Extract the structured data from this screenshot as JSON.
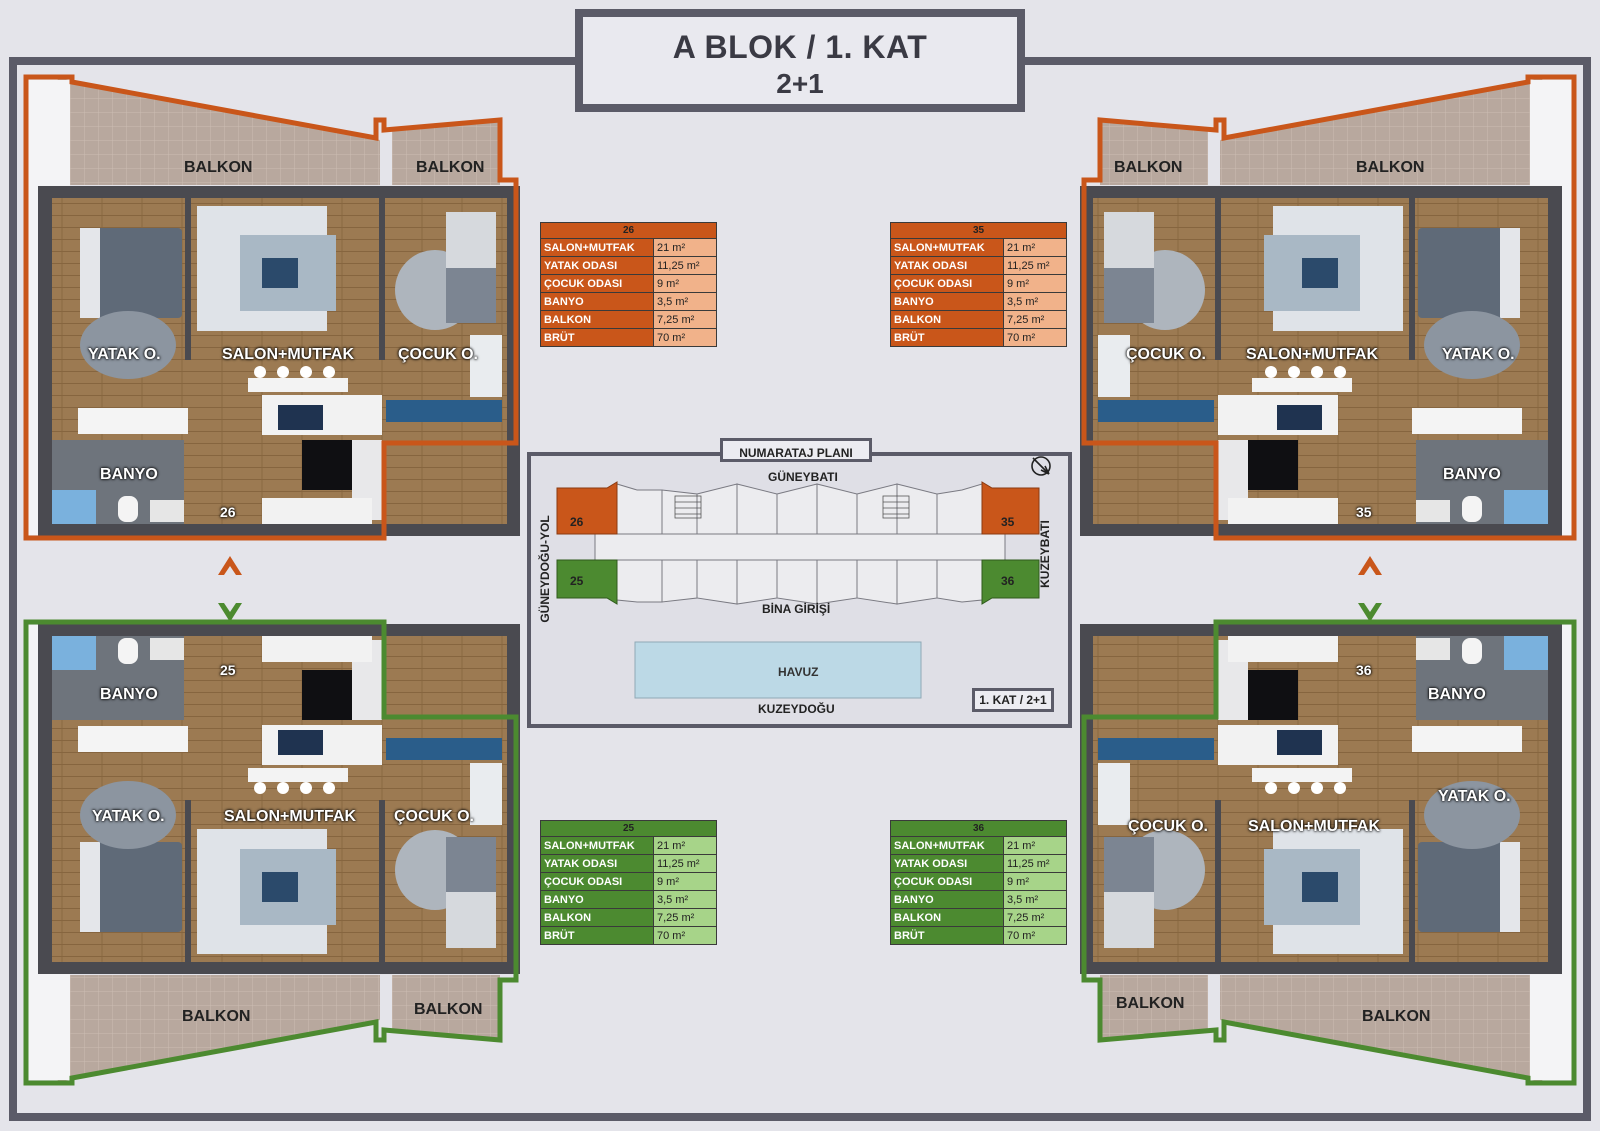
{
  "title": {
    "line1": "A BLOK / 1. KAT",
    "line2": "2+1"
  },
  "key_plan": {
    "title": "NUMARATAJ PLANI",
    "directions": {
      "top": "GÜNEYBATI",
      "bottom": "KUZEYDOĞU",
      "left": "GÜNEYDOĞU-YOL",
      "right": "KUZEYBATI"
    },
    "entrance": "BİNA GİRİŞİ",
    "pool": "HAVUZ",
    "badge": "1. KAT / 2+1",
    "units": {
      "u26": "26",
      "u25": "25",
      "u35": "35",
      "u36": "36"
    }
  },
  "rooms": {
    "balkon": "BALKON",
    "yatak": "YATAK O.",
    "salon": "SALON+MUTFAK",
    "cocuk": "ÇOCUK O.",
    "banyo": "BANYO"
  },
  "units": {
    "u26": {
      "number": "26",
      "color": "#c9561a"
    },
    "u35": {
      "number": "35",
      "color": "#c9561a"
    },
    "u25": {
      "number": "25",
      "color": "#4c8a30"
    },
    "u36": {
      "number": "36",
      "color": "#4c8a30"
    }
  },
  "area_tables": [
    {
      "unit": "26",
      "rows": [
        [
          "SALON+MUTFAK",
          "21 m²"
        ],
        [
          "YATAK ODASI",
          "11,25 m²"
        ],
        [
          "ÇOCUK ODASI",
          "9 m²"
        ],
        [
          "BANYO",
          "3,5 m²"
        ],
        [
          "BALKON",
          "7,25 m²"
        ],
        [
          "BRÜT",
          "70 m²"
        ]
      ]
    },
    {
      "unit": "35",
      "rows": [
        [
          "SALON+MUTFAK",
          "21 m²"
        ],
        [
          "YATAK ODASI",
          "11,25 m²"
        ],
        [
          "ÇOCUK ODASI",
          "9 m²"
        ],
        [
          "BANYO",
          "3,5 m²"
        ],
        [
          "BALKON",
          "7,25 m²"
        ],
        [
          "BRÜT",
          "70 m²"
        ]
      ]
    },
    {
      "unit": "25",
      "rows": [
        [
          "SALON+MUTFAK",
          "21 m²"
        ],
        [
          "YATAK ODASI",
          "11,25 m²"
        ],
        [
          "ÇOCUK ODASI",
          "9 m²"
        ],
        [
          "BANYO",
          "3,5 m²"
        ],
        [
          "BALKON",
          "7,25 m²"
        ],
        [
          "BRÜT",
          "70 m²"
        ]
      ]
    },
    {
      "unit": "36",
      "rows": [
        [
          "SALON+MUTFAK",
          "21 m²"
        ],
        [
          "YATAK ODASI",
          "11,25 m²"
        ],
        [
          "ÇOCUK ODASI",
          "9 m²"
        ],
        [
          "BANYO",
          "3,5 m²"
        ],
        [
          "BALKON",
          "7,25 m²"
        ],
        [
          "BRÜT",
          "70 m²"
        ]
      ]
    }
  ]
}
